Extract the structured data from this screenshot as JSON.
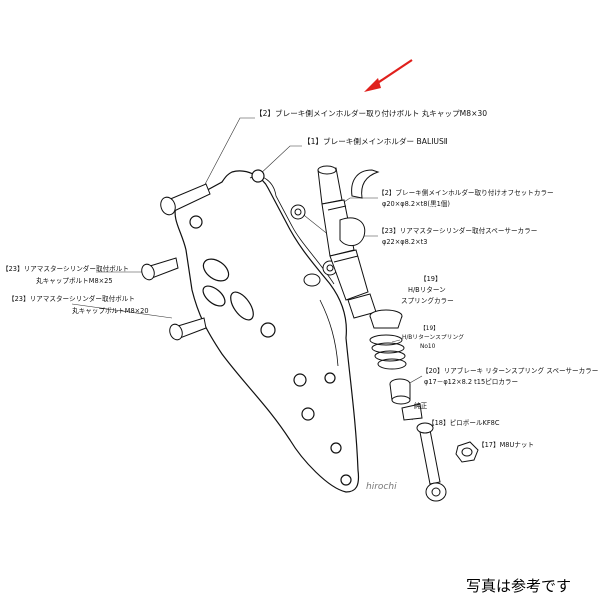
{
  "labels": {
    "part2_bolt": "【2】ブレーキ側メインホルダー取り付けボルト 丸キャップM8×30",
    "part1_holder": "【1】ブレーキ側メインホルダー BALIUSⅡ",
    "part2_collar_title": "【2】ブレーキ側メインホルダー取り付けオフセットカラー",
    "part2_collar_size": "φ20×φ8.2×t8(黒1個)",
    "part23_spacer_title": "【23】リアマスターシリンダー取付スペーサーカラー",
    "part23_spacer_size": "φ22×φ8.2×t3",
    "part23_bolt_a_title": "【23】リアマスターシリンダー取付ボルト",
    "part23_bolt_a_size": "丸キャップボルトM8×25",
    "part23_bolt_b_title": "【23】リアマスターシリンダー取付ボルト",
    "part23_bolt_b_size": "丸キャップボルトM8×20",
    "part19_a_num": "【19】",
    "part19_a_name1": "H/Bリターン",
    "part19_a_name2": "スプリングカラー",
    "part19_b_num": "【19】",
    "part19_b_name": "H/Bリターンスプリング",
    "part19_b_no": "No10",
    "part20_title": "【20】リアブレーキ リターンスプリング スペーサーカラー",
    "part20_size": "φ17－φ12×8.2 t15ピロカラー",
    "adjust": "純正",
    "part18": "【18】ピロボールKF8C",
    "part17": "【17】M8Uナット",
    "watermark": "hirochi",
    "note": "写真は参考です"
  },
  "colors": {
    "line": "#222222",
    "arrow": "#e0201c",
    "text": "#111111"
  },
  "icons": {
    "pointer": "red-arrow-icon"
  }
}
